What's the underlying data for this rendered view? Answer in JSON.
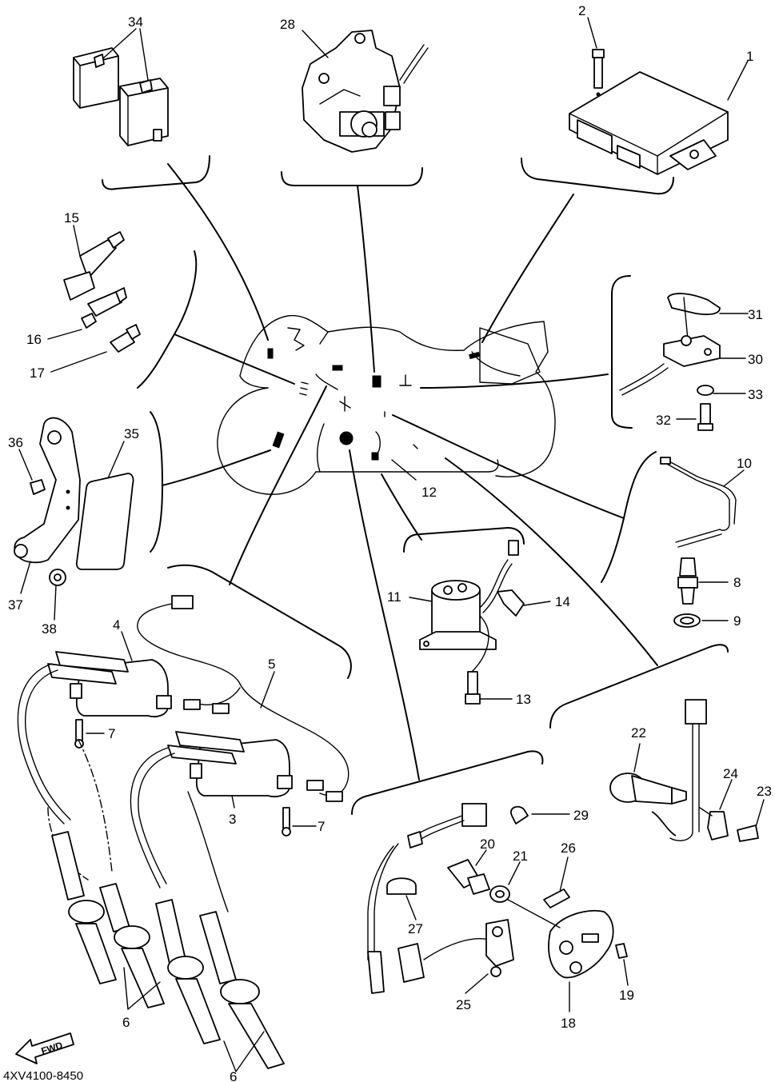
{
  "diagram_code": "4XV4100-8450",
  "direction_label": "FWD",
  "labels": {
    "p1": "1",
    "p2": "2",
    "p3": "3",
    "p4": "4",
    "p5": "5",
    "p6a": "6",
    "p6b": "6",
    "p7a": "7",
    "p7b": "7",
    "p8": "8",
    "p9": "9",
    "p10": "10",
    "p11": "11",
    "p12": "12",
    "p13": "13",
    "p14": "14",
    "p15": "15",
    "p16": "16",
    "p17": "17",
    "p18": "18",
    "p19": "19",
    "p20": "20",
    "p21": "21",
    "p22": "22",
    "p23": "23",
    "p24": "24",
    "p25": "25",
    "p26": "26",
    "p27": "27",
    "p28": "28",
    "p29": "29",
    "p30": "30",
    "p31": "31",
    "p32": "32",
    "p33": "33",
    "p34": "34",
    "p35": "35",
    "p36": "36",
    "p37": "37",
    "p38": "38"
  }
}
